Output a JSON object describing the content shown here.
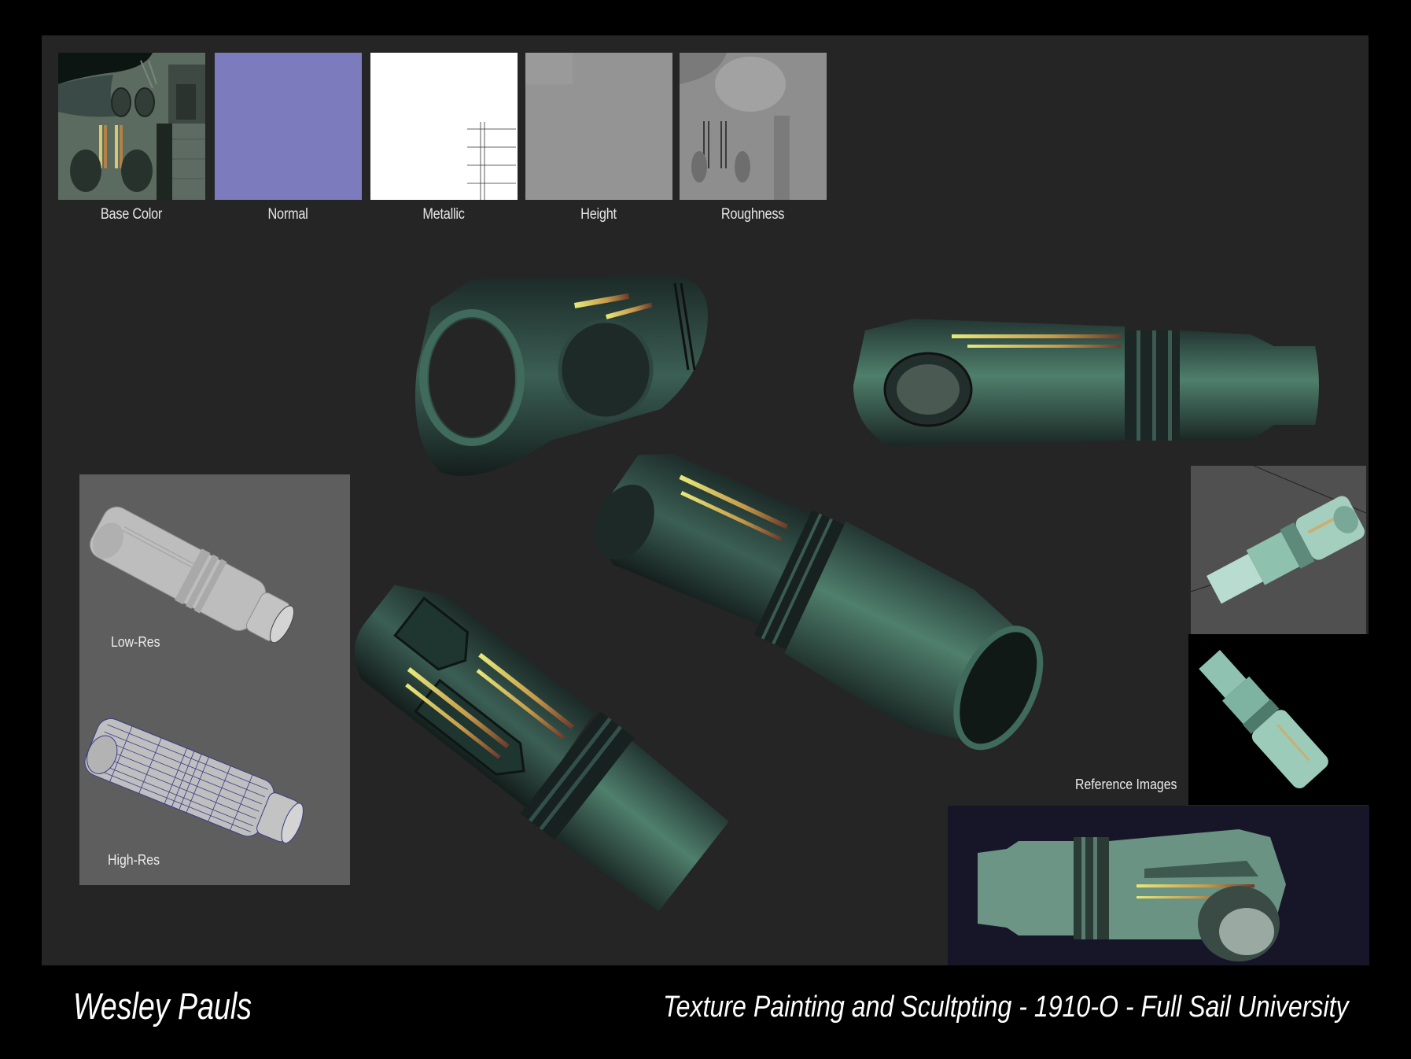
{
  "texture_maps": [
    {
      "label": "Base Color",
      "kind": "base-color",
      "color": "#5b6b60"
    },
    {
      "label": "Normal",
      "kind": "normal",
      "color": "#7b7bbd"
    },
    {
      "label": "Metallic",
      "kind": "metallic",
      "color": "#ffffff"
    },
    {
      "label": "Height",
      "kind": "height",
      "color": "#949494"
    },
    {
      "label": "Roughness",
      "kind": "roughness",
      "color": "#8e8e8e"
    }
  ],
  "model_views": {
    "low_res_label": "Low-Res",
    "high_res_label": "High-Res",
    "panel_color": "#5e5e5e",
    "model_color": "#bdbdbd",
    "wire_color": "#3a3a8c"
  },
  "reference": {
    "label": "Reference Images",
    "images": [
      {
        "kind": "gray-viewport",
        "bg": "#505050"
      },
      {
        "kind": "black-bg",
        "bg": "#000000"
      },
      {
        "kind": "navy-bg",
        "bg": "#161628"
      }
    ]
  },
  "renders": {
    "metal_color": "#2f4a44",
    "highlight_color": "#6fa58e",
    "glow_color": "#d8d870"
  },
  "footer": {
    "author": "Wesley Pauls",
    "course": "Texture Painting and Scultpting - 1910-O - Full Sail University"
  },
  "colors": {
    "page_bg": "#000000",
    "board_bg": "#252525",
    "text": "#ffffff"
  }
}
